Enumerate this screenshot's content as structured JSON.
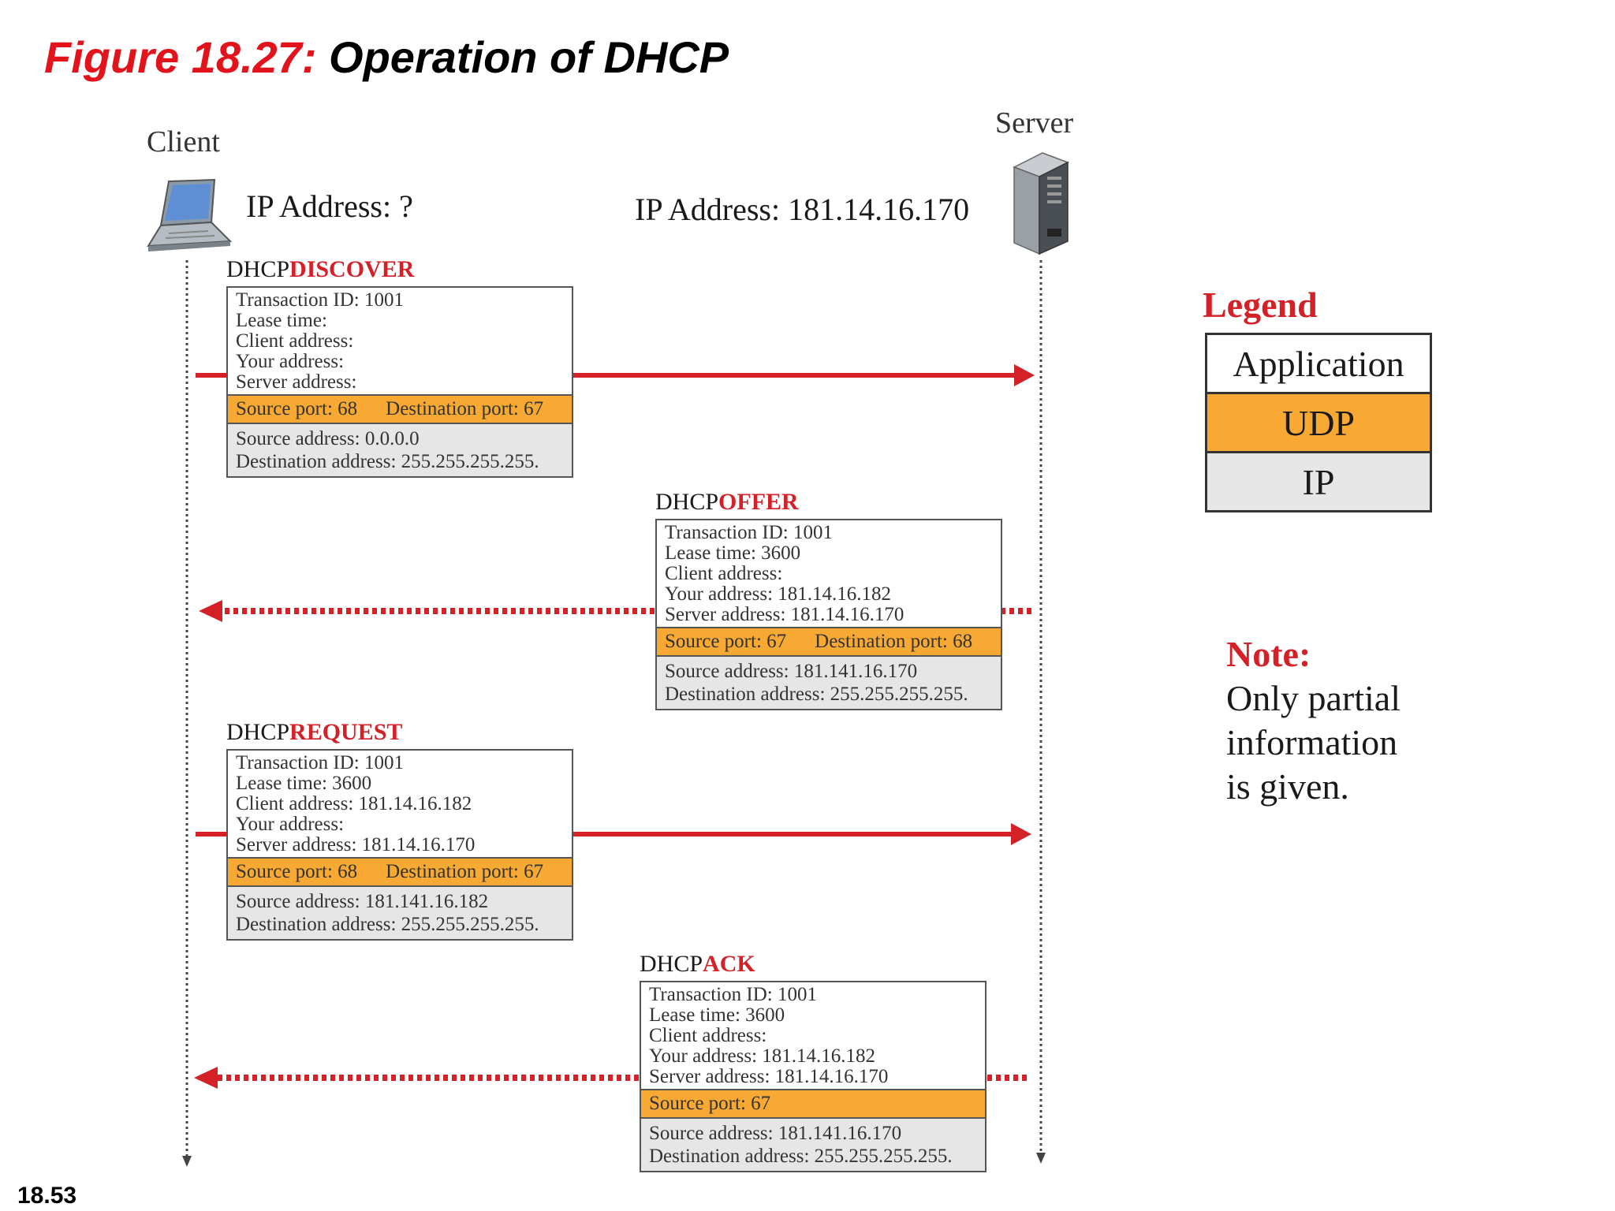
{
  "title": {
    "number": "Figure 18.27:",
    "text": "Operation of DHCP"
  },
  "client": {
    "label": "Client",
    "ip": "IP Address: ?"
  },
  "server": {
    "label": "Server",
    "ip": "IP Address: 181.14.16.170"
  },
  "messages": [
    {
      "prefix": "DHCP",
      "keyword": "DISCOVER",
      "app": [
        "Transaction ID: 1001",
        "Lease time:",
        "Client address:",
        "Your address:",
        "Server address:"
      ],
      "udp": [
        "Source port: 68",
        "Destination port: 67"
      ],
      "ip": [
        "Source address: 0.0.0.0",
        "Destination address: 255.255.255.255."
      ]
    },
    {
      "prefix": "DHCP",
      "keyword": "OFFER",
      "app": [
        "Transaction ID: 1001",
        "Lease time: 3600",
        "Client address:",
        "Your address: 181.14.16.182",
        "Server address: 181.14.16.170"
      ],
      "udp": [
        "Source port: 67",
        "Destination port: 68"
      ],
      "ip": [
        "Source address: 181.141.16.170",
        "Destination address: 255.255.255.255."
      ]
    },
    {
      "prefix": "DHCP",
      "keyword": "REQUEST",
      "app": [
        "Transaction ID: 1001",
        "Lease time: 3600",
        "Client address: 181.14.16.182",
        "Your address:",
        "Server address: 181.14.16.170"
      ],
      "udp": [
        "Source port: 68",
        "Destination port: 67"
      ],
      "ip": [
        "Source address: 181.141.16.182",
        "Destination address: 255.255.255.255."
      ]
    },
    {
      "prefix": "DHCP",
      "keyword": "ACK",
      "app": [
        "Transaction ID: 1001",
        "Lease time: 3600",
        "Client address:",
        "Your address: 181.14.16.182",
        "Server address: 181.14.16.170"
      ],
      "udp": [
        "Source port: 67"
      ],
      "ip": [
        "Source address: 181.141.16.170",
        "Destination address: 255.255.255.255."
      ]
    }
  ],
  "legend": {
    "title": "Legend",
    "rows": [
      "Application",
      "UDP",
      "IP"
    ]
  },
  "note": {
    "title": "Note:",
    "lines": [
      "Only partial",
      "information",
      "is given."
    ]
  },
  "slide_number": "18.53",
  "colors": {
    "accent_red": "#d42027",
    "title_red": "#e3131b",
    "udp_orange": "#f7a934",
    "ip_gray": "#e6e6e6"
  },
  "icons": {
    "client": "laptop-icon",
    "server": "server-tower-icon"
  }
}
